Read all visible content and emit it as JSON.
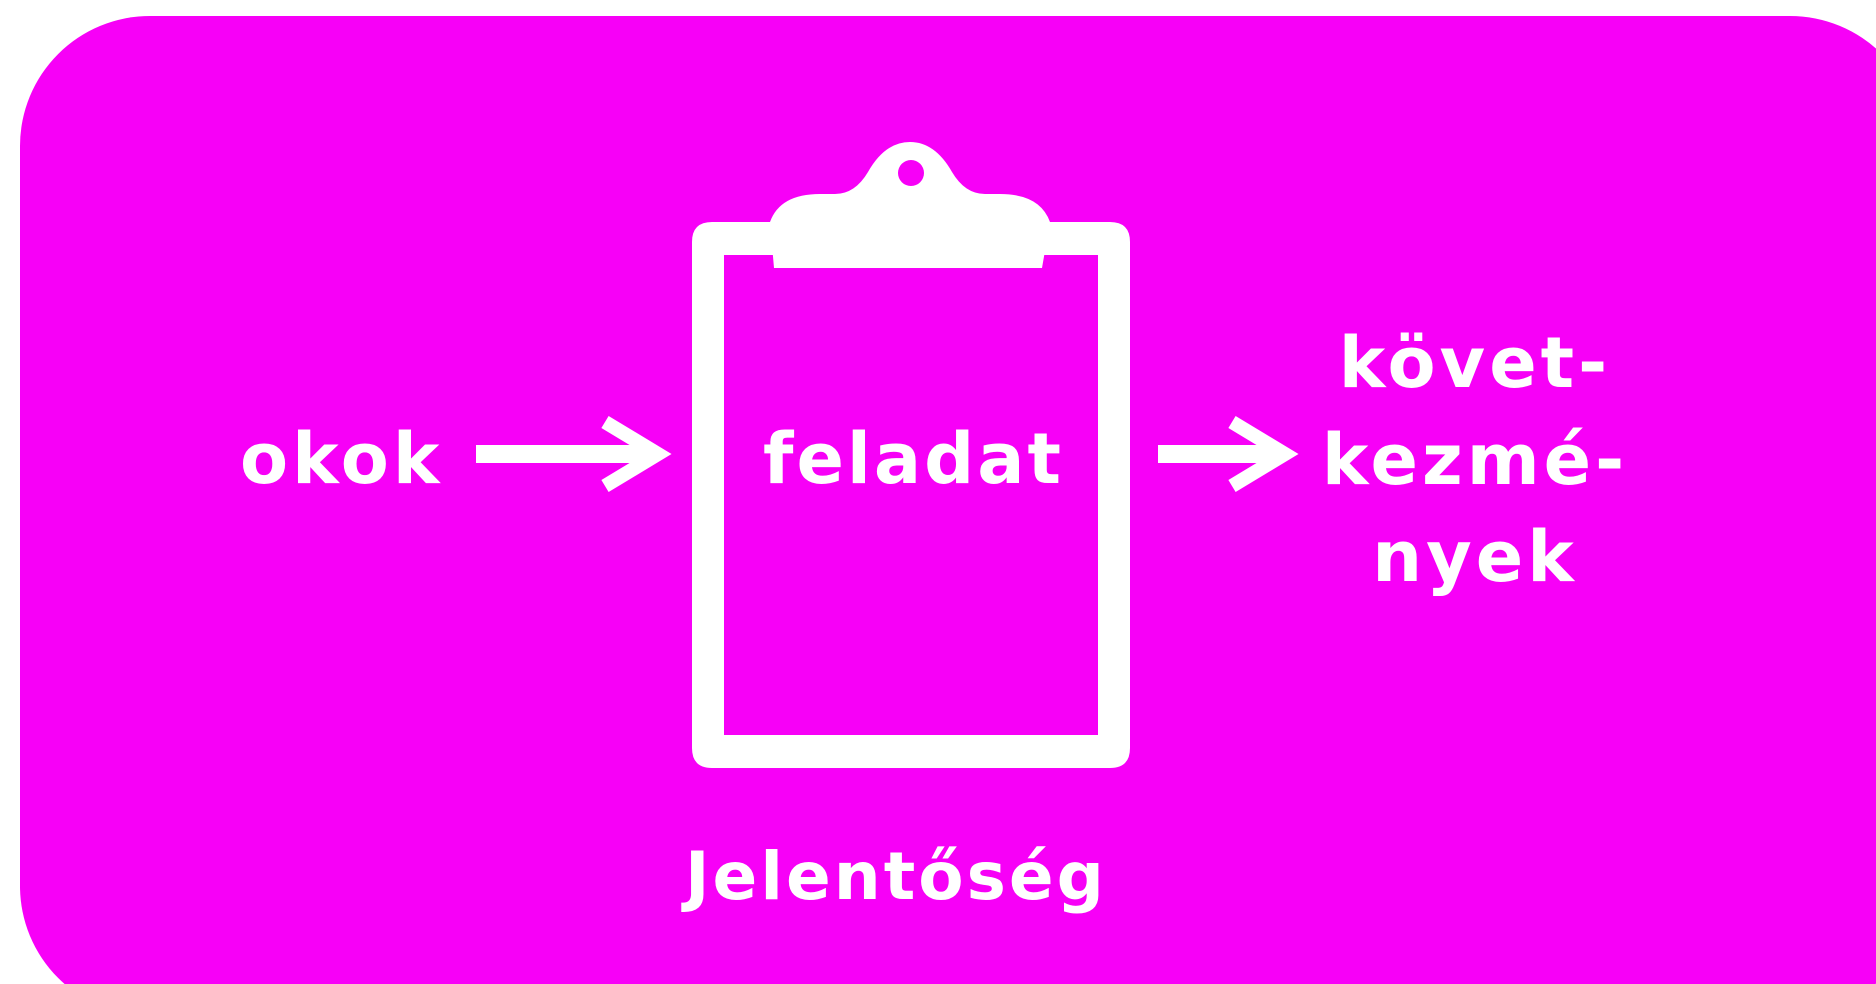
{
  "diagram": {
    "cause_label": "okok",
    "task_label": "feladat",
    "consequence_lines": [
      "követ-",
      "kezmé-",
      "nyek"
    ],
    "significance_label": "Jelentőség",
    "colors": {
      "background": "#f700f7",
      "foreground": "#ffffff"
    },
    "icons": {
      "center": "clipboard-icon",
      "connectors": [
        "right-arrow-icon",
        "right-arrow-icon"
      ]
    }
  }
}
